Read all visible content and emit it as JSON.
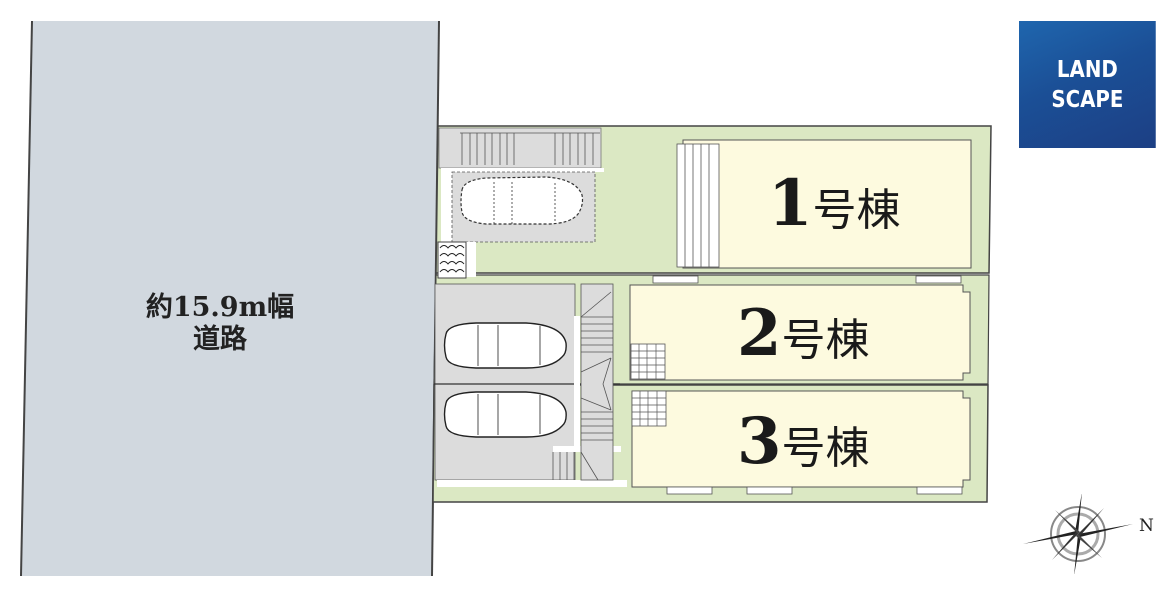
{
  "road": {
    "label_line1": "約15.9m幅",
    "label_line2": "道路",
    "color": "#d1d8df"
  },
  "buildings": [
    {
      "id": 1,
      "number": "1",
      "suffix": "号棟"
    },
    {
      "id": 2,
      "number": "2",
      "suffix": "号棟"
    },
    {
      "id": 3,
      "number": "3",
      "suffix": "号棟"
    }
  ],
  "parking": {
    "spaces": 3,
    "icon": "car-icon"
  },
  "logo": {
    "line1": "LAND",
    "line2": "SCAPE",
    "color": "#1b4f96"
  },
  "compass": {
    "icon": "compass-rose-icon",
    "direction_label": "N"
  },
  "colors": {
    "lawn": "#dbe8c3",
    "house": "#fdfadf",
    "paving": "#dcdcdc",
    "outline": "#444444"
  }
}
